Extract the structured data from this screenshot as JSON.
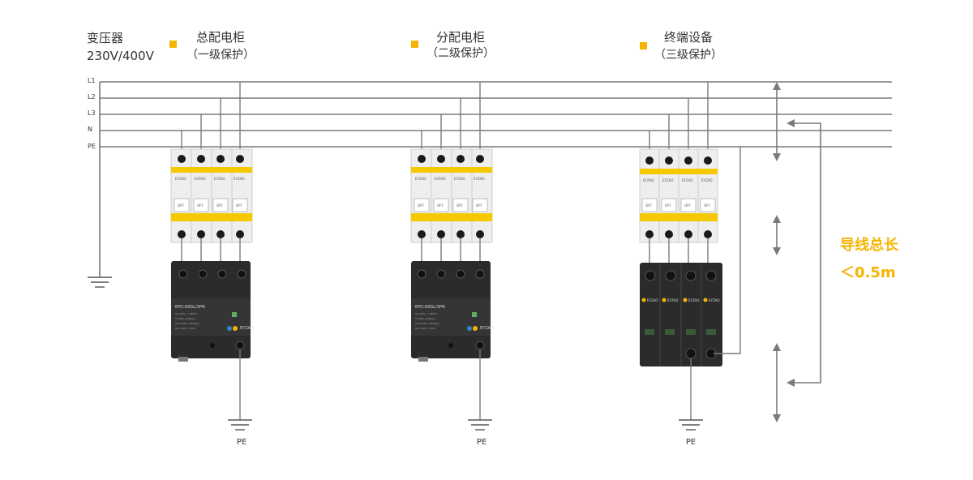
{
  "source": {
    "title": "变压器",
    "voltage": "230V/400V"
  },
  "levels": [
    {
      "title": "总配电柜",
      "subtitle": "（一级保护）"
    },
    {
      "title": "分配电柜",
      "subtitle": "（二级保护）"
    },
    {
      "title": "终端设备",
      "subtitle": "（三级保护）"
    }
  ],
  "lines": [
    "L1",
    "L2",
    "L3",
    "N",
    "PE"
  ],
  "ground_label": "PE",
  "note": {
    "title": "导线总长",
    "value": "＜0.5m"
  },
  "devices": {
    "breaker_brand": "EYZAO",
    "breaker_state": "OFF",
    "spd_model": "EPO-00GL/3PN",
    "spd_brand": "EYZAO"
  },
  "colors": {
    "accent": "#f5b400",
    "wire": "#7a7a7a",
    "module": "#2b2b2b",
    "breaker_body": "#eeeeee"
  }
}
